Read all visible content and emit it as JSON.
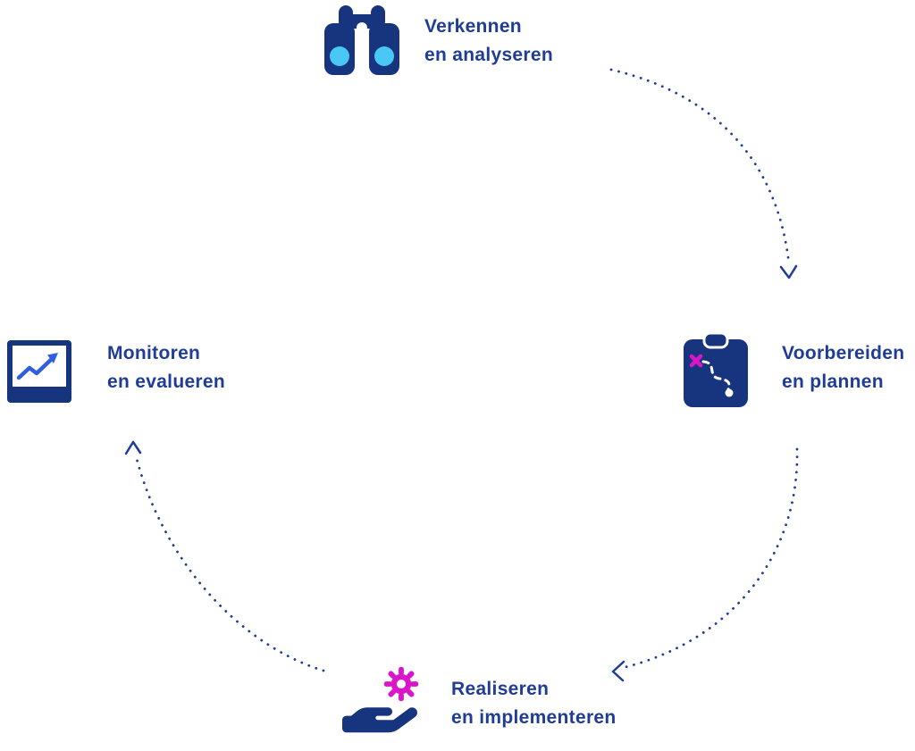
{
  "cycle": {
    "stages": [
      {
        "name": "verkennen",
        "line1": "Verkennen",
        "line2": "en analyseren",
        "icon": "binoculars-icon"
      },
      {
        "name": "voorbereiden",
        "line1": "Voorbereiden",
        "line2": "en plannen",
        "icon": "clipboard-route-icon"
      },
      {
        "name": "realiseren",
        "line1": "Realiseren",
        "line2": "en implementeren",
        "icon": "hand-gear-icon"
      },
      {
        "name": "monitoren",
        "line1": "Monitoren",
        "line2": "en evalueren",
        "icon": "chart-line-icon"
      }
    ],
    "arrows": [
      {
        "from": "verkennen",
        "to": "voorbereiden"
      },
      {
        "from": "voorbereiden",
        "to": "realiseren"
      },
      {
        "from": "realiseren",
        "to": "monitoren"
      }
    ],
    "colors": {
      "navy_icon": "#16357E",
      "text_blue": "#1F3D96",
      "lens_cyan": "#49C7F5",
      "magenta": "#D916C8",
      "chart_blue": "#2F5FE0",
      "background": "#FFFFFF"
    }
  }
}
